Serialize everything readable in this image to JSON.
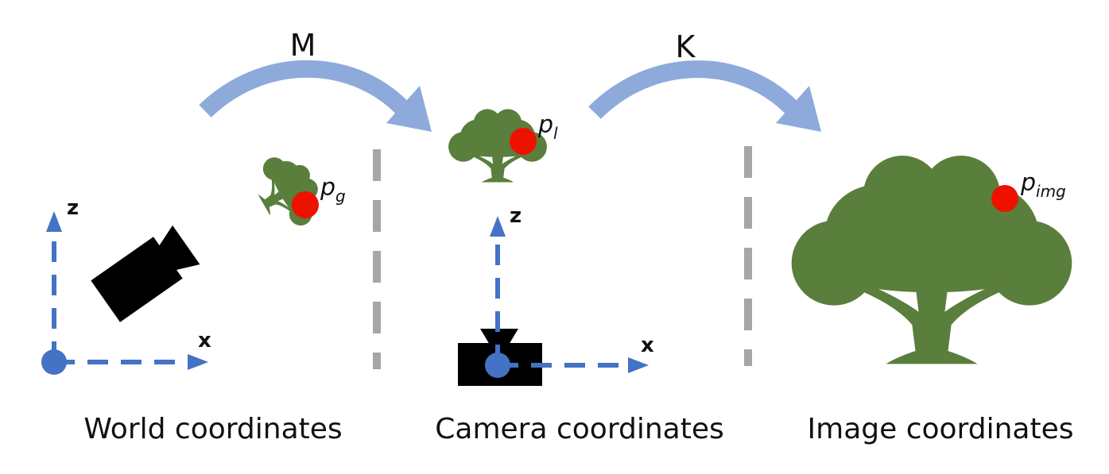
{
  "transforms": {
    "m": "M",
    "k": "K"
  },
  "sections": {
    "world": "World coordinates",
    "camera": "Camera coordinates",
    "image": "Image coordinates"
  },
  "axes": {
    "world_z": "z",
    "world_x": "x",
    "camera_z": "z",
    "camera_x": "x"
  },
  "points": {
    "pg": {
      "base": "p",
      "sub": "g"
    },
    "pl": {
      "base": "p",
      "sub": "l"
    },
    "pimg": {
      "base": "p",
      "sub": "img"
    }
  },
  "colors": {
    "tree": "#5a7e3c",
    "point": "#ee1100",
    "axis": "#4472c4",
    "arc": "#8eaadb",
    "divider": "#a6a6a6",
    "camera": "#000000"
  }
}
